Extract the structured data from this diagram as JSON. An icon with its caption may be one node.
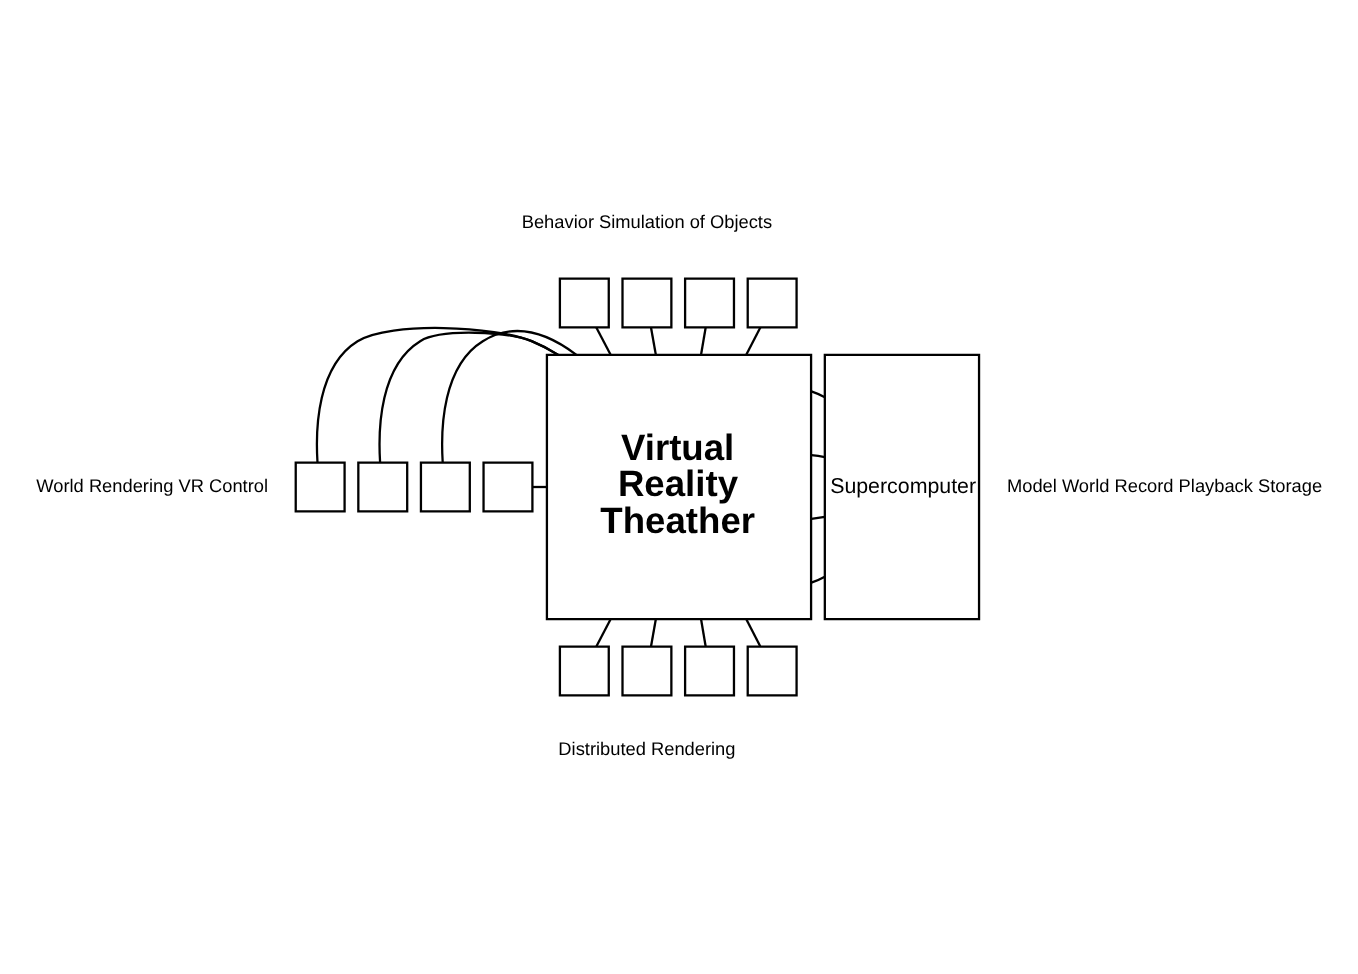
{
  "diagram": {
    "nodes": [
      {
        "text": [
          "Virtual Reality Theather"
        ]
      },
      {
        "text": [
          "Supercomputer"
        ]
      },
      {
        "text": [],
        "shape": "box"
      },
      {
        "text": [],
        "shape": "box"
      },
      {
        "text": [],
        "shape": "box"
      },
      {
        "text": [],
        "shape": "box"
      },
      {
        "text": [],
        "shape": "box"
      },
      {
        "text": [],
        "shape": "box"
      },
      {
        "text": [],
        "shape": "box"
      },
      {
        "text": [],
        "shape": "box"
      },
      {
        "text": [],
        "shape": "box"
      },
      {
        "text": [],
        "shape": "box"
      },
      {
        "text": [],
        "shape": "box"
      },
      {
        "text": [],
        "shape": "box"
      }
    ],
    "edges": [
      {
        "from": 2,
        "to": 0,
        "arrow": "none"
      },
      {
        "from": 3,
        "to": 0,
        "arrow": "none"
      },
      {
        "from": 4,
        "to": 0,
        "arrow": "none"
      },
      {
        "from": 5,
        "to": 0,
        "arrow": "none"
      },
      {
        "from": 6,
        "to": 0,
        "arrow": "none"
      },
      {
        "from": 7,
        "to": 0,
        "arrow": "none"
      },
      {
        "from": 8,
        "to": 0,
        "arrow": "none"
      },
      {
        "from": 9,
        "to": 0,
        "arrow": "none"
      },
      {
        "from": 0,
        "to": 1,
        "arrow": "none"
      },
      {
        "from": 0,
        "to": 1,
        "arrow": "none"
      },
      {
        "from": 0,
        "to": 1,
        "arrow": "none"
      },
      {
        "from": 0,
        "to": 1,
        "arrow": "none"
      },
      {
        "from": 0,
        "to": 10,
        "arrow": "none"
      },
      {
        "from": 0,
        "to": 11,
        "arrow": "none"
      },
      {
        "from": 0,
        "to": 12,
        "arrow": "none"
      },
      {
        "from": 0,
        "to": 13,
        "arrow": "none"
      }
    ],
    "labels": [
      "Behavior Simulation of Objects",
      "World Rendering VR Control",
      "Model World Record Playback Storage",
      "Distributed Rendering"
    ]
  }
}
